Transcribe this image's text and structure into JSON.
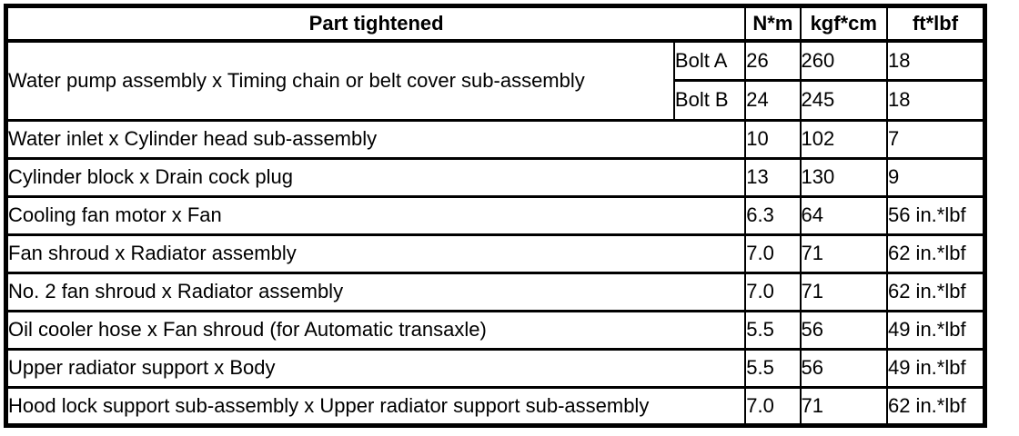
{
  "colors": {
    "background": "#ffffff",
    "border": "#000000",
    "text": "#000000"
  },
  "table": {
    "headers": {
      "part": "Part tightened",
      "nm": "N*m",
      "kgfcm": "kgf*cm",
      "ftlbf": "ft*lbf"
    },
    "rows": [
      {
        "part": "Water pump assembly x Timing chain or belt cover sub-assembly",
        "bolt": "Bolt A",
        "nm": "26",
        "kgfcm": "260",
        "ftlbf": "18"
      },
      {
        "bolt": "Bolt B",
        "nm": "24",
        "kgfcm": "245",
        "ftlbf": "18"
      },
      {
        "part": "Water inlet x Cylinder head sub-assembly",
        "nm": "10",
        "kgfcm": "102",
        "ftlbf": "7"
      },
      {
        "part": "Cylinder block x Drain cock plug",
        "nm": "13",
        "kgfcm": "130",
        "ftlbf": "9"
      },
      {
        "part": "Cooling fan motor x Fan",
        "nm": "6.3",
        "kgfcm": "64",
        "ftlbf": "56 in.*lbf"
      },
      {
        "part": "Fan shroud x Radiator assembly",
        "nm": "7.0",
        "kgfcm": "71",
        "ftlbf": "62 in.*lbf"
      },
      {
        "part": "No. 2 fan shroud x Radiator assembly",
        "nm": "7.0",
        "kgfcm": "71",
        "ftlbf": "62 in.*lbf"
      },
      {
        "part": "Oil cooler hose x Fan shroud (for Automatic transaxle)",
        "nm": "5.5",
        "kgfcm": "56",
        "ftlbf": "49 in.*lbf"
      },
      {
        "part": "Upper radiator support x Body",
        "nm": "5.5",
        "kgfcm": "56",
        "ftlbf": "49 in.*lbf"
      },
      {
        "part": "Hood lock support sub-assembly x Upper radiator support sub-assembly",
        "nm": "7.0",
        "kgfcm": "71",
        "ftlbf": "62 in.*lbf"
      }
    ]
  }
}
